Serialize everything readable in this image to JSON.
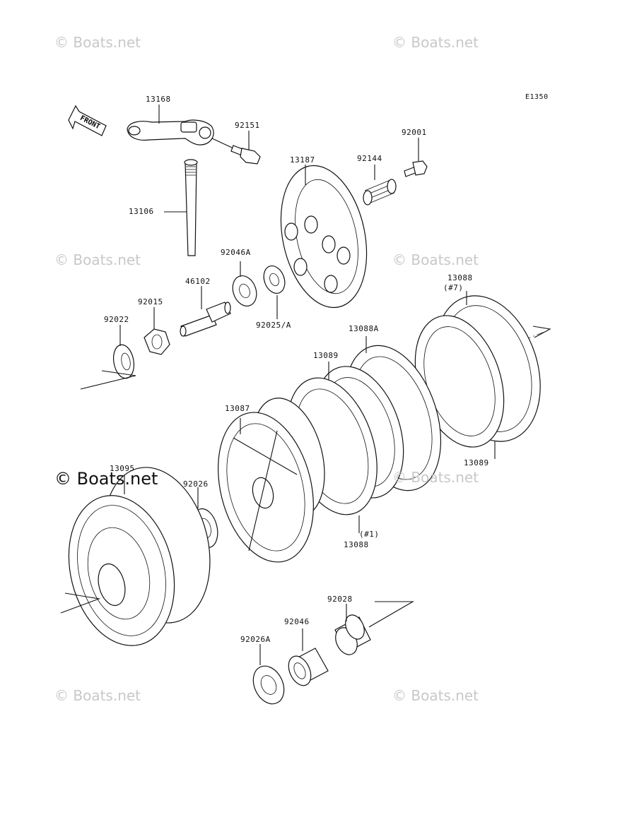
{
  "diagram_code": "E1350",
  "front_label": "FRONT",
  "watermarks": [
    "© Boats.net",
    "© Boats.net",
    "© Boats.net",
    "© Boats.net",
    "© Boats.net",
    "© Boats.net",
    "© Boats.net",
    "© Boats.net"
  ],
  "parts": {
    "p13168": "13168",
    "p92151": "92151",
    "p13106": "13106",
    "p13187": "13187",
    "p92144": "92144",
    "p92001": "92001",
    "p92046A": "92046A",
    "p46102": "46102",
    "p92015": "92015",
    "p92022": "92022",
    "p92025A": "92025/A",
    "p13088_top": "13088",
    "p13088_top_note": "(#7)",
    "p13088A": "13088A",
    "p13089_left": "13089",
    "p13087": "13087",
    "p13089_right": "13089",
    "p13095": "13095",
    "p92026": "92026",
    "p13088_bottom_note": "(#1)",
    "p13088_bottom": "13088",
    "p92028": "92028",
    "p92046": "92046",
    "p92026A": "92026A"
  }
}
